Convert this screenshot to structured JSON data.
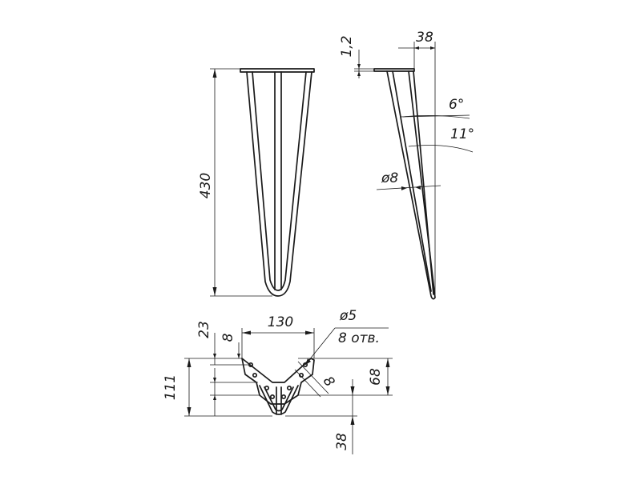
{
  "dimensions": {
    "height": "430",
    "plate_thickness": "1,2",
    "offset": "38",
    "angle_small": "6°",
    "angle_large": "11°",
    "rod_diameter": "ø8",
    "plate_width": "130",
    "hole_diameter": "ø5",
    "hole_count": "8 отв.",
    "plate_depth": "111",
    "edge_offset_top": "23",
    "hole_inset": "8",
    "hole_spacing_diag": "8",
    "mid_depth": "68",
    "bottom_offset": "38"
  }
}
